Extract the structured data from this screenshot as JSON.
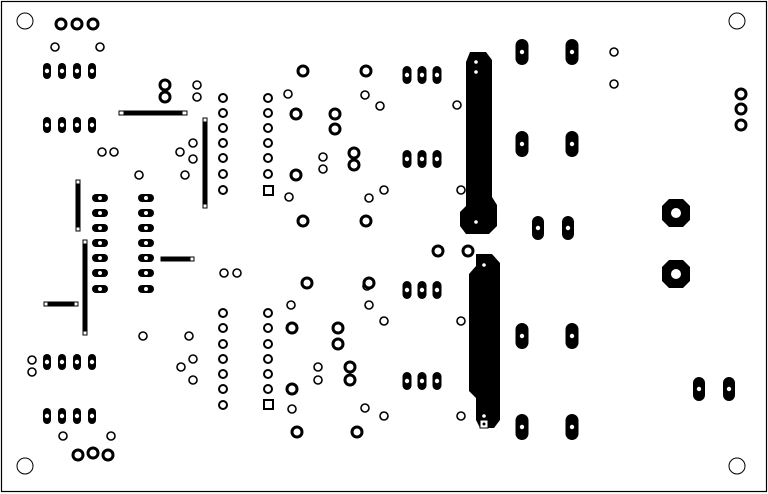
{
  "title": "",
  "colors": {
    "background": "#ffffff",
    "copper": "#000000",
    "outline": "#000000"
  },
  "components": {
    "mounting_holes": 4,
    "power_traces": 2,
    "dip_footprints": 4,
    "large_pads": 2
  }
}
